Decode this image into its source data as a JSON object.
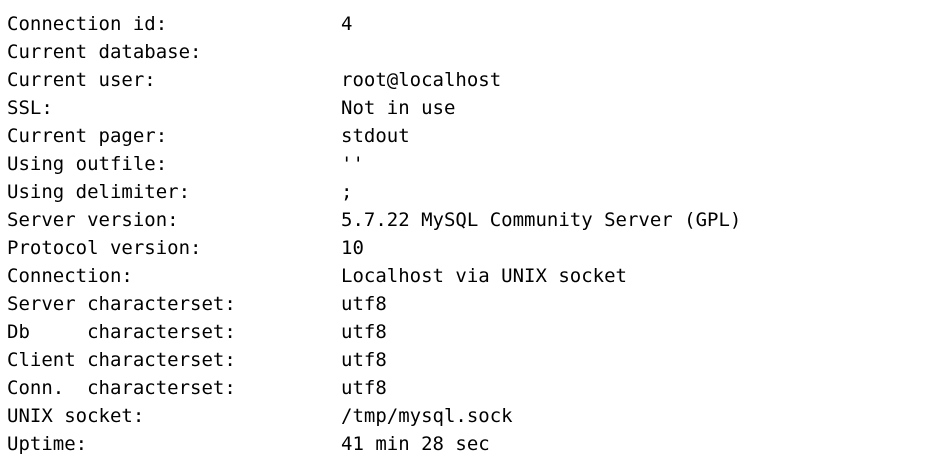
{
  "terminal": {
    "description": "MySQL client status command output",
    "colors": {
      "background": "#ffffff",
      "text": "#000000"
    },
    "rows": [
      {
        "label": "Connection id:",
        "value": "4"
      },
      {
        "label": "Current database:",
        "value": ""
      },
      {
        "label": "Current user:",
        "value": "root@localhost"
      },
      {
        "label": "SSL:",
        "value": "Not in use"
      },
      {
        "label": "Current pager:",
        "value": "stdout"
      },
      {
        "label": "Using outfile:",
        "value": "''"
      },
      {
        "label": "Using delimiter:",
        "value": ";"
      },
      {
        "label": "Server version:",
        "value": "5.7.22 MySQL Community Server (GPL)"
      },
      {
        "label": "Protocol version:",
        "value": "10"
      },
      {
        "label": "Connection:",
        "value": "Localhost via UNIX socket"
      },
      {
        "label": "Server characterset:",
        "value": "utf8"
      },
      {
        "label": "Db     characterset:",
        "value": "utf8"
      },
      {
        "label": "Client characterset:",
        "value": "utf8"
      },
      {
        "label": "Conn.  characterset:",
        "value": "utf8"
      },
      {
        "label": "UNIX socket:",
        "value": "/tmp/mysql.sock"
      },
      {
        "label": "Uptime:",
        "value": "41 min 28 sec"
      }
    ]
  }
}
